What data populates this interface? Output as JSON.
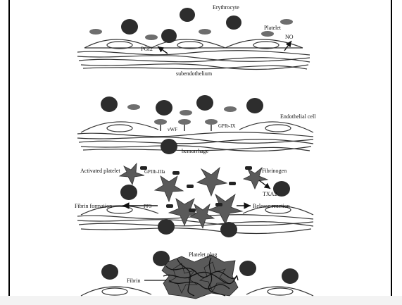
{
  "labels": {
    "erythrocyte": "Erythrocyte",
    "platelet": "Platelet",
    "pgi2": "PGI2",
    "no": "NO",
    "subendothelium": "subendothelium",
    "endothelial_cell": "Endothelial cell",
    "vwf": "vWF",
    "gpib_ix": "GPIb-IX",
    "hemorrhage": "hemorrhage",
    "activated_platelet": "Activated platelet",
    "gpiib_iiia": "GPIIb-IIIa",
    "fibrinogen": "Fibrinogen",
    "txa2": "TXA2",
    "fibrin_formation": "Fibrin formation",
    "pf3": "PF3",
    "release_reaction": "Release reaction",
    "platelet_plug": "Platelet plug",
    "fibrin": "Fibrin"
  },
  "colors": {
    "erythrocyte": "#2d2d2d",
    "platelet": "#6e6e6e",
    "activated_platelet": "#5a5a5a",
    "endothelium_line": "#333333",
    "frame": "#000000"
  }
}
